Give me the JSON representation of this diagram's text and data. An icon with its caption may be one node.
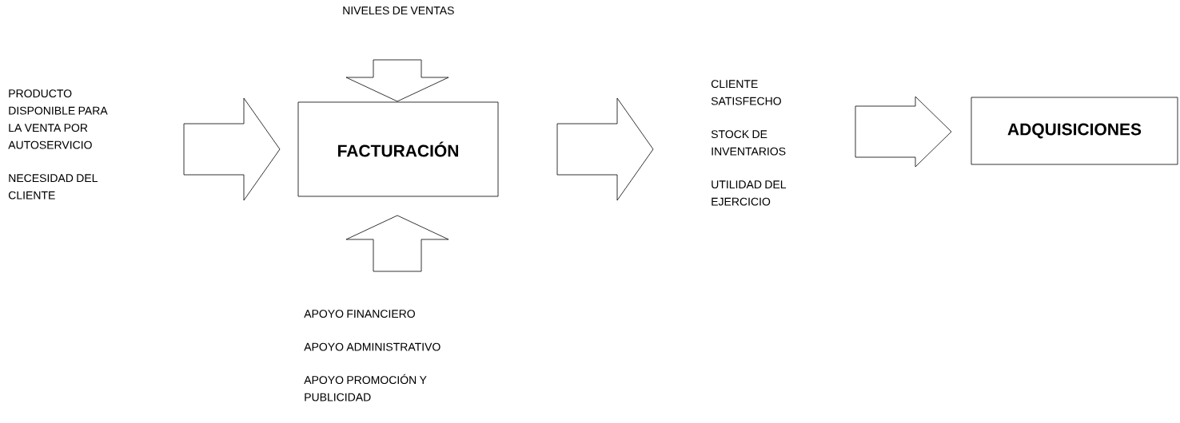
{
  "diagram": {
    "nodes": [
      {
        "text": [
          "PRODUCTO DISPONIBLE PARA LA VENTA POR AUTOSERVICIO",
          "NECESIDAD DEL CLIENTE"
        ]
      },
      {
        "text": [
          "NIVELES DE VENTAS"
        ]
      },
      {
        "text": [
          "FACTURACIÓN"
        ]
      },
      {
        "text": [
          "APOYO FINANCIERO",
          "APOYO ADMINISTRATIVO",
          "APOYO PROMOCIÓN Y PUBLICIDAD"
        ]
      },
      {
        "text": [
          "CLIENTE SATISFECHO",
          "STOCK DE INVENTARIOS",
          "UTILIDAD DEL EJERCICIO"
        ]
      },
      {
        "text": [
          "ADQUISICIONES"
        ]
      }
    ],
    "edges": [
      {
        "from": 0,
        "to": 2,
        "arrow": "to"
      },
      {
        "from": 1,
        "to": 2,
        "arrow": "to"
      },
      {
        "from": 3,
        "to": 2,
        "arrow": "to"
      },
      {
        "from": 2,
        "to": 4,
        "arrow": "to"
      },
      {
        "from": 4,
        "to": 5,
        "arrow": "to"
      }
    ]
  }
}
